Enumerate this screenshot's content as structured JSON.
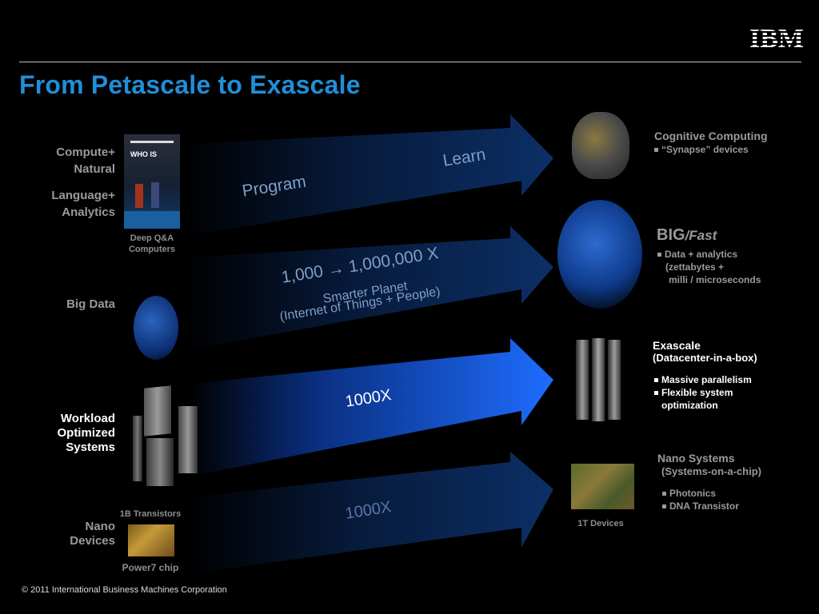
{
  "slide": {
    "title": "From Petascale to Exascale",
    "footer": "© 2011 International Business Machines Corporation",
    "logo_text": "IBM"
  },
  "left": {
    "row1_label_a": "Compute+",
    "row1_label_b": "Natural",
    "row1_label_c": "Language+",
    "row1_label_d": "Analytics",
    "row1_caption_a": "Deep Q&A",
    "row1_caption_b": "Computers",
    "row2_label": "Big Data",
    "row3_label_a": "Workload",
    "row3_label_b": "Optimized",
    "row3_label_c": "Systems",
    "row3_caption": "1B Transistors",
    "row4_label_a": "Nano",
    "row4_label_b": "Devices",
    "row4_caption": "Power7 chip"
  },
  "arrows": {
    "a1_text1": "Program",
    "a1_text2": "Learn",
    "a2_text1": "1,000 → 1,000,000 X",
    "a2_text2": "Smarter Planet",
    "a2_text3": "(Internet of Things + People)",
    "a3_text": "1000X",
    "a4_text": "1000X"
  },
  "right": {
    "r1_title": "Cognitive Computing",
    "r1_bullet": "“Synapse” devices",
    "r2_title_big": "BIG",
    "r2_title_slash": "/Fast",
    "r2_bullet_a": "Data + analytics",
    "r2_bullet_b": "(zettabytes  +",
    "r2_bullet_c": "milli / microseconds",
    "r3_title": "Exascale",
    "r3_sub": "(Datacenter-in-a-box)",
    "r3_bullet1": "Massive parallelism",
    "r3_bullet2a": "Flexible system",
    "r3_bullet2b": "optimization",
    "r4_title": "Nano Systems",
    "r4_sub": "(Systems-on-a-chip)",
    "r4_bullet1": "Photonics",
    "r4_bullet2": "DNA Transistor",
    "r4_caption": "1T Devices"
  },
  "colors": {
    "title_blue": "#1f8fd8",
    "arrow_dark": "#0a2a5c",
    "arrow_bright": "#1a63e8"
  }
}
